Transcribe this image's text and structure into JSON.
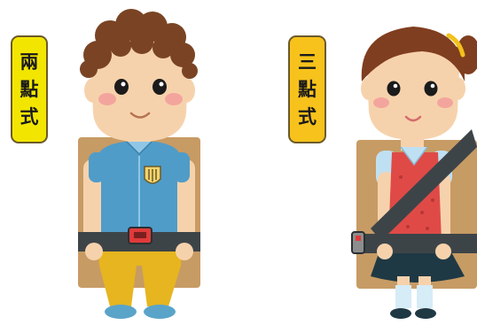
{
  "labels": {
    "two_point": [
      "兩",
      "點",
      "式"
    ],
    "three_point": [
      "三",
      "點",
      "式"
    ]
  },
  "colors": {
    "label_left_fill": "#f2e600",
    "label_right_fill": "#f7c21b",
    "seat": "#c79b64",
    "belt": "#3d4448",
    "buckle": "#e03a3a",
    "skin": "#f6d2ac",
    "hair_boy": "#7a4424",
    "hair_girl": "#7f3e1f",
    "shirt_boy": "#4f9cc9",
    "pants_boy": "#e6b520",
    "dress_girl": "#df4a47",
    "skirt_girl": "#1f3944",
    "shoes": "#5aa4c9"
  },
  "icons": [
    "lap-belt-icon",
    "shoulder-belt-icon",
    "buckle-icon"
  ]
}
